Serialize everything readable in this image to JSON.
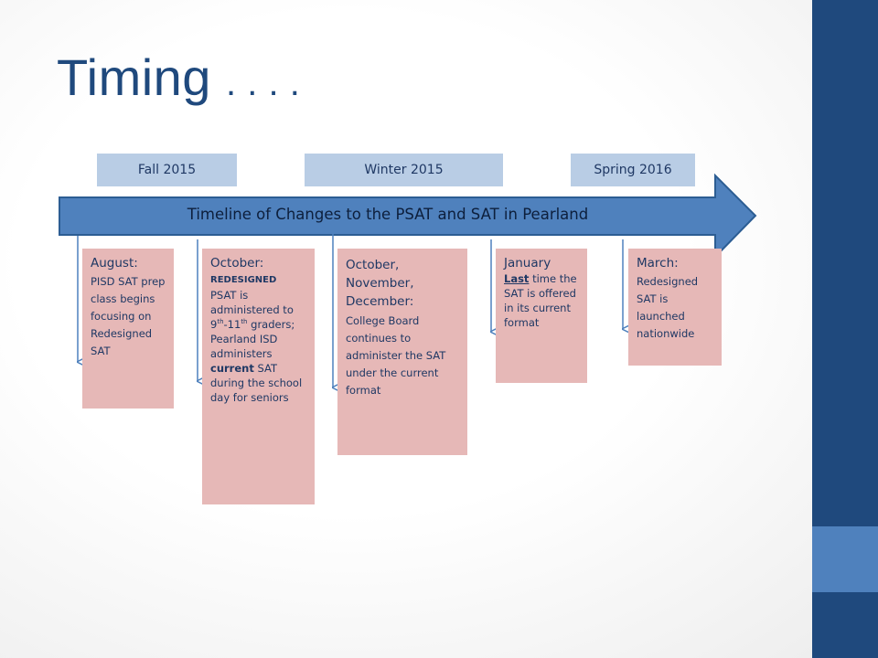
{
  "slide": {
    "title": "Timing",
    "title_dots": ". . . .",
    "colors": {
      "title": "#1f497d",
      "arrow": "#4f81bd",
      "season_box": "#b9cde5",
      "event_box": "#e6b8b7",
      "sidebar_dark": "#1f497d",
      "sidebar_light": "#4f81bd"
    }
  },
  "seasons": [
    "Fall 2015",
    "Winter 2015",
    "Spring 2016"
  ],
  "timeline": {
    "label": "Timeline of Changes to the PSAT and SAT in Pearland"
  },
  "events": {
    "august": {
      "heading": "August:",
      "text": "PISD SAT prep class begins focusing on Redesigned SAT"
    },
    "october": {
      "heading": "October:",
      "redesigned": "REDESIGNED",
      "text_a": "PSAT is administered to 9",
      "sup_a": "th",
      "text_b": "-11",
      "sup_b": "th",
      "text_c": " graders; Pearland ISD administers ",
      "current": "current",
      "text_d": " SAT during the school day for seniors"
    },
    "ond": {
      "heading": "October, November, December:",
      "text": "College Board continues to administer the SAT under the current format"
    },
    "january": {
      "heading": "January",
      "last": "Last",
      "text": " time the SAT is offered in its current format"
    },
    "march": {
      "heading": "March:",
      "text": "Redesigned SAT is launched nationwide"
    }
  }
}
